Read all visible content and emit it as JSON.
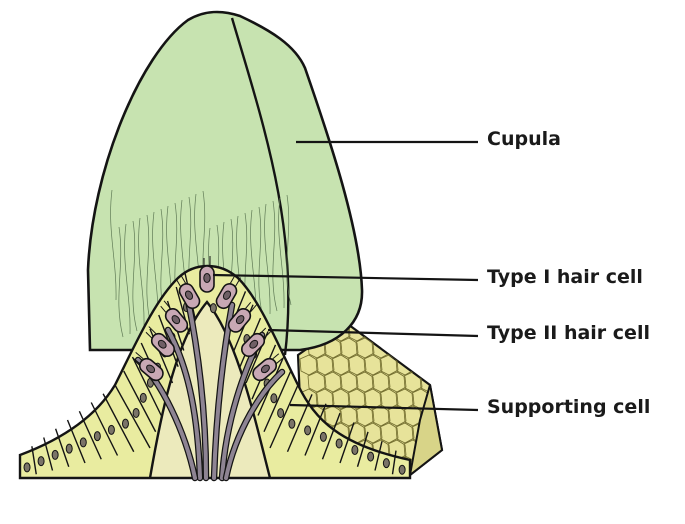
{
  "labels": {
    "cupula": "Cupula",
    "type1": "Type I hair cell",
    "type2": "Type II hair cell",
    "supporting": "Supporting cell"
  },
  "colors": {
    "cupula": "#c7e3b0",
    "epithelium": "#e9eca0",
    "connective": "#e7e39a",
    "base": "#eceabc",
    "hair_cell": "#c8a8b4",
    "nerve": "#8e8493",
    "outline": "#141414"
  }
}
